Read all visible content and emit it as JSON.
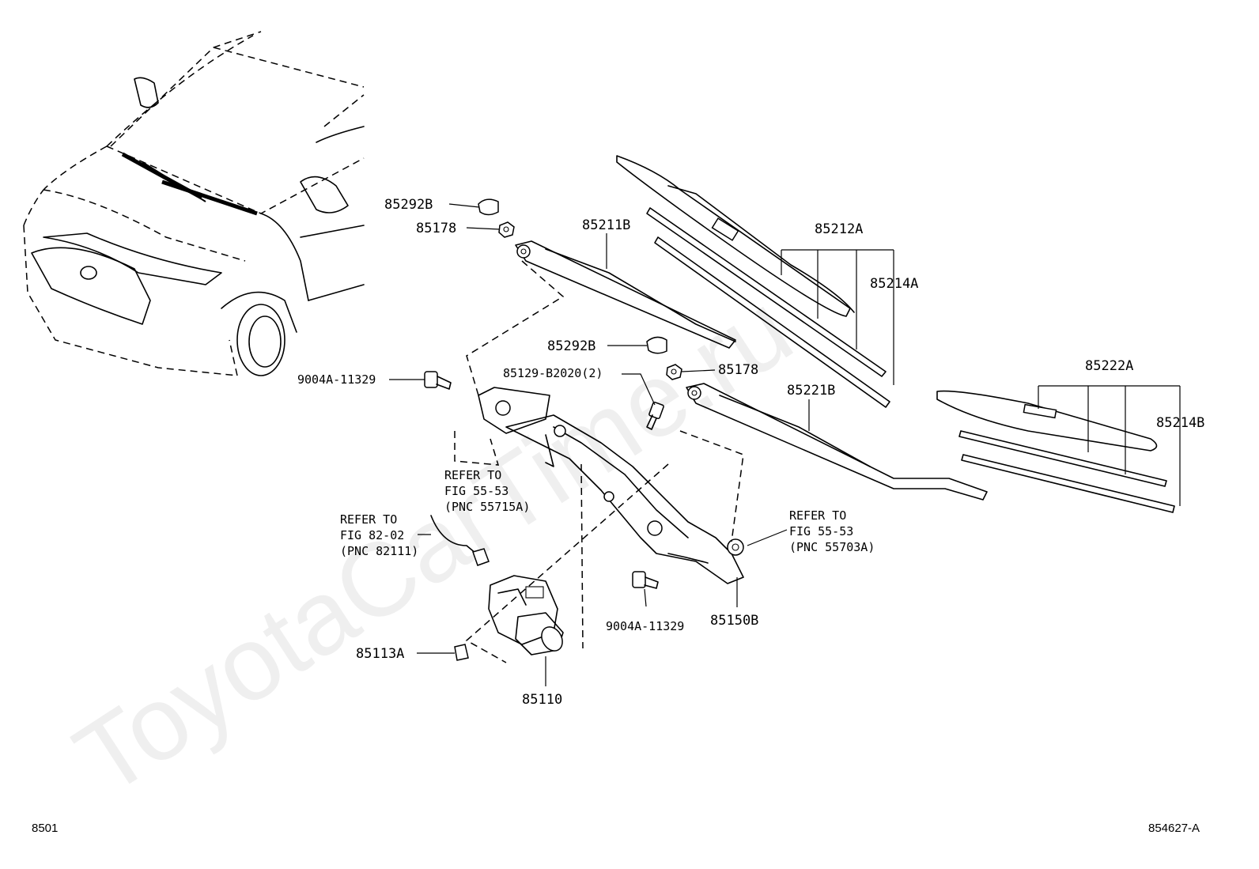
{
  "watermark": "ToyotaCarTime.ru",
  "figure_code": "8501",
  "drawing_number": "854627-A",
  "callouts": [
    {
      "id": "85292b-upper",
      "text": "85292B"
    },
    {
      "id": "85178-upper",
      "text": "85178"
    },
    {
      "id": "85211b",
      "text": "85211B"
    },
    {
      "id": "85212a",
      "text": "85212A"
    },
    {
      "id": "85214a",
      "text": "85214A"
    },
    {
      "id": "85292b-lower",
      "text": "85292B"
    },
    {
      "id": "85178-lower",
      "text": "85178"
    },
    {
      "id": "85129-b2020",
      "text": "85129-B2020(2)"
    },
    {
      "id": "9004a-upper",
      "text": "9004A-11329"
    },
    {
      "id": "85221b",
      "text": "85221B"
    },
    {
      "id": "85222a",
      "text": "85222A"
    },
    {
      "id": "85214b",
      "text": "85214B"
    },
    {
      "id": "9004a-lower",
      "text": "9004A-11329"
    },
    {
      "id": "85150b",
      "text": "85150B"
    },
    {
      "id": "85113a",
      "text": "85113A"
    },
    {
      "id": "85110",
      "text": "85110"
    }
  ],
  "references": [
    {
      "id": "ref-55715a",
      "lines": [
        "REFER TO",
        "FIG 55-53",
        "(PNC 55715A)"
      ]
    },
    {
      "id": "ref-82111",
      "lines": [
        "REFER TO",
        "FIG 82-02",
        "(PNC 82111)"
      ]
    },
    {
      "id": "ref-55703a",
      "lines": [
        "REFER TO",
        "FIG 55-53",
        "(PNC 55703A)"
      ]
    }
  ]
}
